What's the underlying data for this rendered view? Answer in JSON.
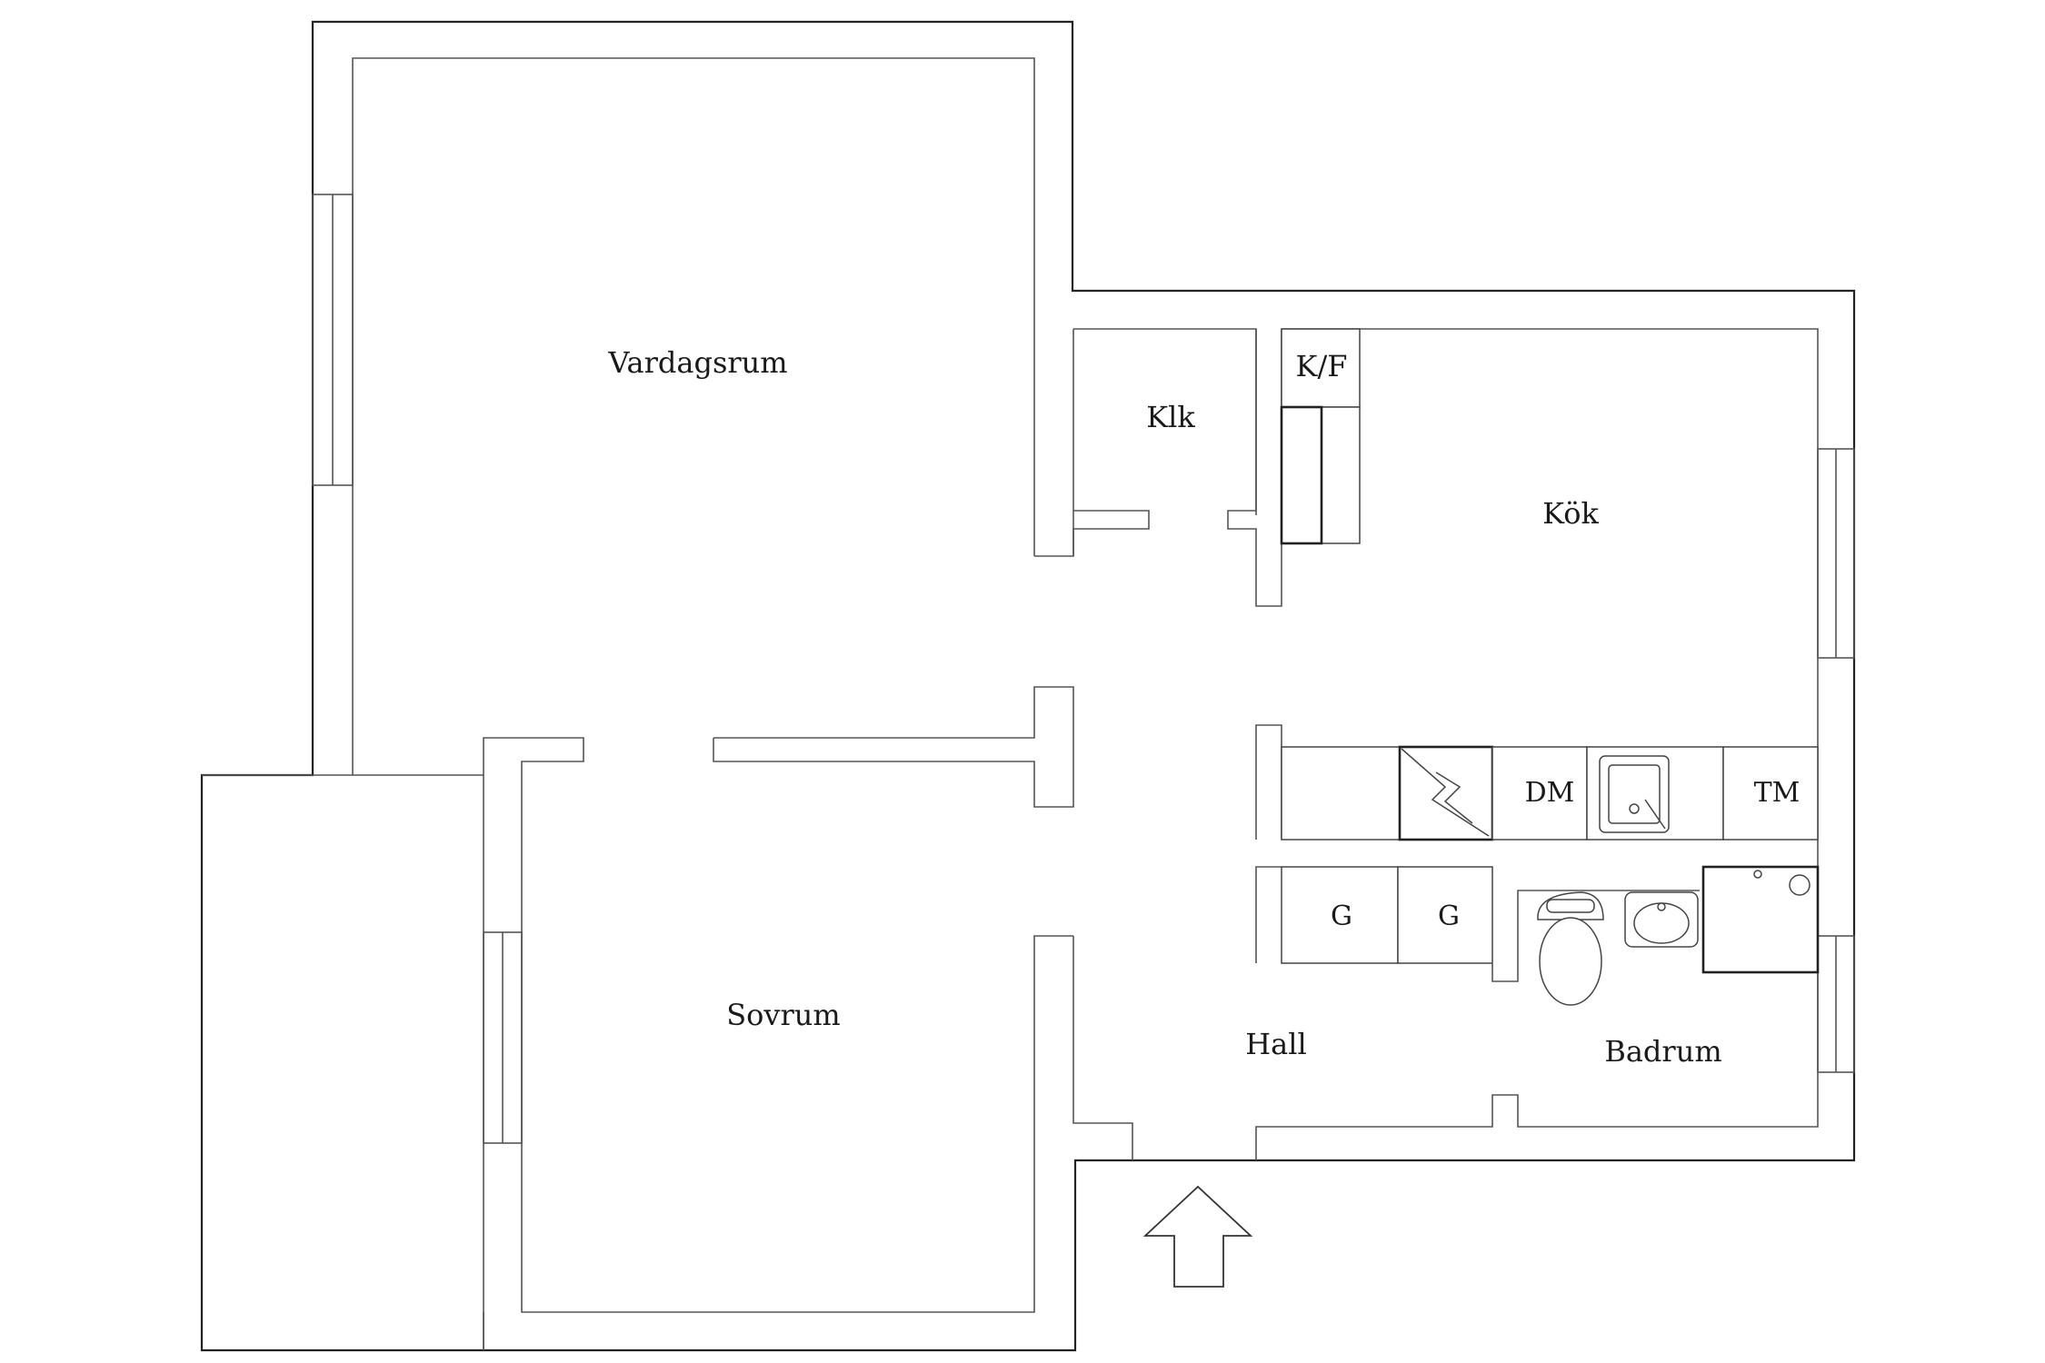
{
  "rooms": {
    "vardagsrum": "Vardagsrum",
    "klk": "Klk",
    "kf": "K/F",
    "kok": "Kök",
    "sovrum": "Sovrum",
    "hall": "Hall",
    "badrum": "Badrum"
  },
  "fixtures": {
    "dishwasher": "DM",
    "washing_machine": "TM",
    "wardrobe_1": "G",
    "wardrobe_2": "G"
  },
  "colors": {
    "line": "#222222",
    "background": "#ffffff"
  },
  "icons": [
    "stove-icon",
    "sink-icon",
    "toilet-icon",
    "washbasin-icon",
    "shower-icon",
    "entrance-arrow-icon"
  ]
}
